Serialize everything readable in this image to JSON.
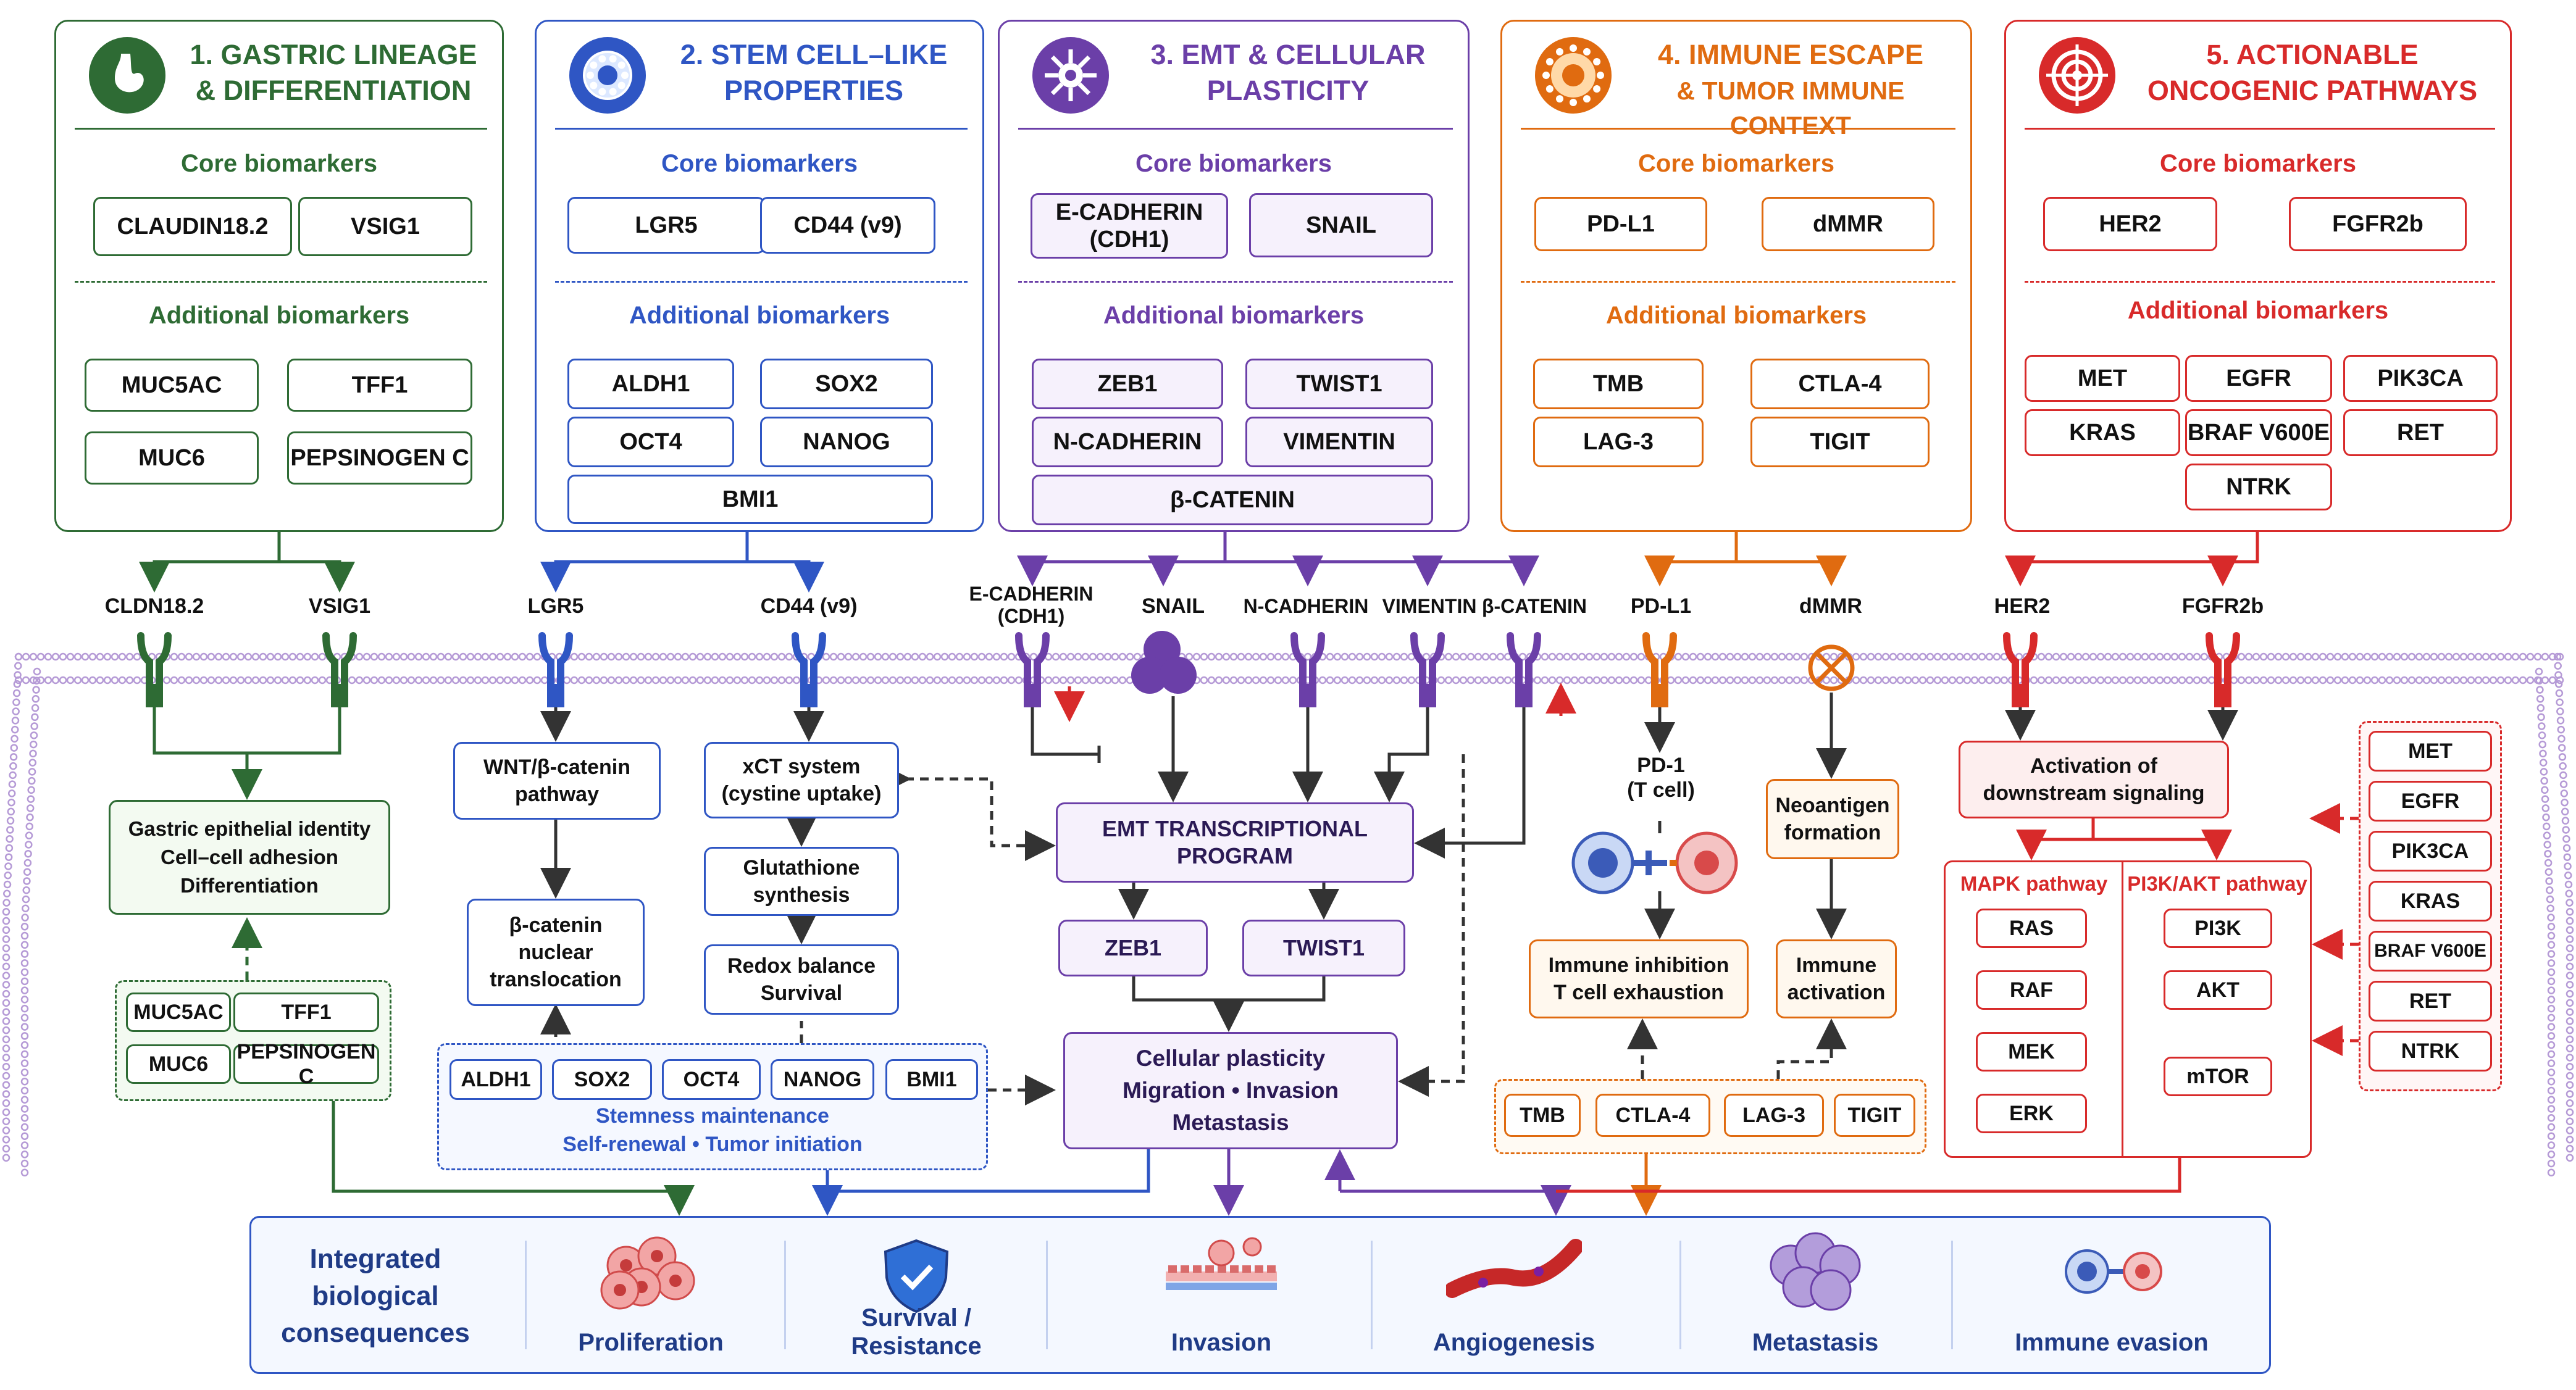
{
  "colors": {
    "green": "#2e6b34",
    "blue": "#2f56c4",
    "purple": "#6b3fa8",
    "orange": "#e06b10",
    "red": "#d82a2a",
    "navy": "#1f3b86",
    "membrane": "#b59ad6"
  },
  "panels": [
    {
      "icon": "stomach-icon",
      "title_line1": "1. GASTRIC LINEAGE",
      "title_line2": "& DIFFERENTIATION",
      "core_label": "Core biomarkers",
      "core": [
        "CLAUDIN18.2",
        "VSIG1"
      ],
      "additional_label": "Additional biomarkers",
      "additional": [
        "MUC5AC",
        "TFF1",
        "MUC6",
        "PEPSINOGEN C"
      ]
    },
    {
      "icon": "stem-cell-icon",
      "title_line1": "2. STEM CELL–LIKE",
      "title_line2": "PROPERTIES",
      "core_label": "Core biomarkers",
      "core": [
        "LGR5",
        "CD44 (v9)"
      ],
      "additional_label": "Additional biomarkers",
      "additional": [
        "ALDH1",
        "SOX2",
        "OCT4",
        "NANOG",
        "BMI1"
      ]
    },
    {
      "icon": "virus-cell-icon",
      "title_line1": "3. EMT & CELLULAR",
      "title_line2": "PLASTICITY",
      "core_label": "Core biomarkers",
      "core": [
        "E-CADHERIN\n(CDH1)",
        "SNAIL"
      ],
      "additional_label": "Additional biomarkers",
      "additional": [
        "ZEB1",
        "TWIST1",
        "N-CADHERIN",
        "VIMENTIN",
        "β-CATENIN"
      ]
    },
    {
      "icon": "immune-cell-icon",
      "title_line1": "4. IMMUNE ESCAPE",
      "title_line2": "& TUMOR IMMUNE CONTEXT",
      "core_label": "Core biomarkers",
      "core": [
        "PD-L1",
        "dMMR"
      ],
      "additional_label": "Additional biomarkers",
      "additional": [
        "TMB",
        "CTLA-4",
        "LAG-3",
        "TIGIT"
      ]
    },
    {
      "icon": "target-icon",
      "title_line1": "5. ACTIONABLE",
      "title_line2": "ONCOGENIC PATHWAYS",
      "core_label": "Core biomarkers",
      "core": [
        "HER2",
        "FGFR2b"
      ],
      "additional_label": "Additional biomarkers",
      "additional": [
        "MET",
        "EGFR",
        "PIK3CA",
        "KRAS",
        "BRAF V600E",
        "RET",
        "NTRK"
      ]
    }
  ],
  "receptors": {
    "cldn": "CLDN18.2",
    "vsig1": "VSIG1",
    "lgr5": "LGR5",
    "cd44": "CD44 (v9)",
    "ecad": "E-CADHERIN\n(CDH1)",
    "snail": "SNAIL",
    "ncad": "N-CADHERIN",
    "vim": "VIMENTIN",
    "bcat": "β-CATENIN",
    "pdl1": "PD-L1",
    "dmmr": "dMMR",
    "her2": "HER2",
    "fgfr": "FGFR2b"
  },
  "col1": {
    "identity": "Gastric epithelial identity\nCell–cell adhesion\nDifferentiation",
    "markers": [
      "MUC5AC",
      "TFF1",
      "MUC6",
      "PEPSINOGEN C"
    ]
  },
  "col2": {
    "wnt": "WNT/β-catenin\npathway",
    "bcat_nuc": "β-catenin\nnuclear\ntranslocation",
    "xct": "xCT system\n(cystine uptake)",
    "gsh": "Glutathione\nsynthesis",
    "redox": "Redox balance\nSurvival",
    "stem_markers": [
      "ALDH1",
      "SOX2",
      "OCT4",
      "NANOG",
      "BMI1"
    ],
    "stemness_line1": "Stemness maintenance",
    "stemness_line2": "Self-renewal • Tumor initiation"
  },
  "col3": {
    "emt": "EMT TRANSCRIPTIONAL\nPROGRAM",
    "zeb1": "ZEB1",
    "twist1": "TWIST1",
    "plasticity": "Cellular plasticity\nMigration • Invasion\nMetastasis"
  },
  "col4": {
    "pd1": "PD-1\n(T cell)",
    "inhibition": "Immune inhibition\nT cell exhaustion",
    "neoantigen": "Neoantigen\nformation",
    "activation": "Immune\nactivation",
    "markers": [
      "TMB",
      "CTLA-4",
      "LAG-3",
      "TIGIT"
    ]
  },
  "col5": {
    "activation": "Activation of\ndownstream signaling",
    "mapk_label": "MAPK pathway",
    "pi3k_label": "PI3K/AKT pathway",
    "mapk": [
      "RAS",
      "RAF",
      "MEK",
      "ERK"
    ],
    "pi3k": [
      "PI3K",
      "AKT",
      "mTOR"
    ],
    "side": [
      "MET",
      "EGFR",
      "PIK3CA",
      "KRAS",
      "BRAF V600E",
      "RET",
      "NTRK"
    ]
  },
  "consequences": {
    "title": "Integrated\nbiological\nconsequences",
    "items": [
      {
        "label": "Proliferation",
        "icon": "cell-cluster-icon"
      },
      {
        "label": "Survival /\nResistance",
        "icon": "shield-icon"
      },
      {
        "label": "Invasion",
        "icon": "tissue-invasion-icon"
      },
      {
        "label": "Angiogenesis",
        "icon": "blood-vessel-icon"
      },
      {
        "label": "Metastasis",
        "icon": "tumor-mass-icon"
      },
      {
        "label": "Immune evasion",
        "icon": "immune-synapse-icon"
      }
    ]
  }
}
